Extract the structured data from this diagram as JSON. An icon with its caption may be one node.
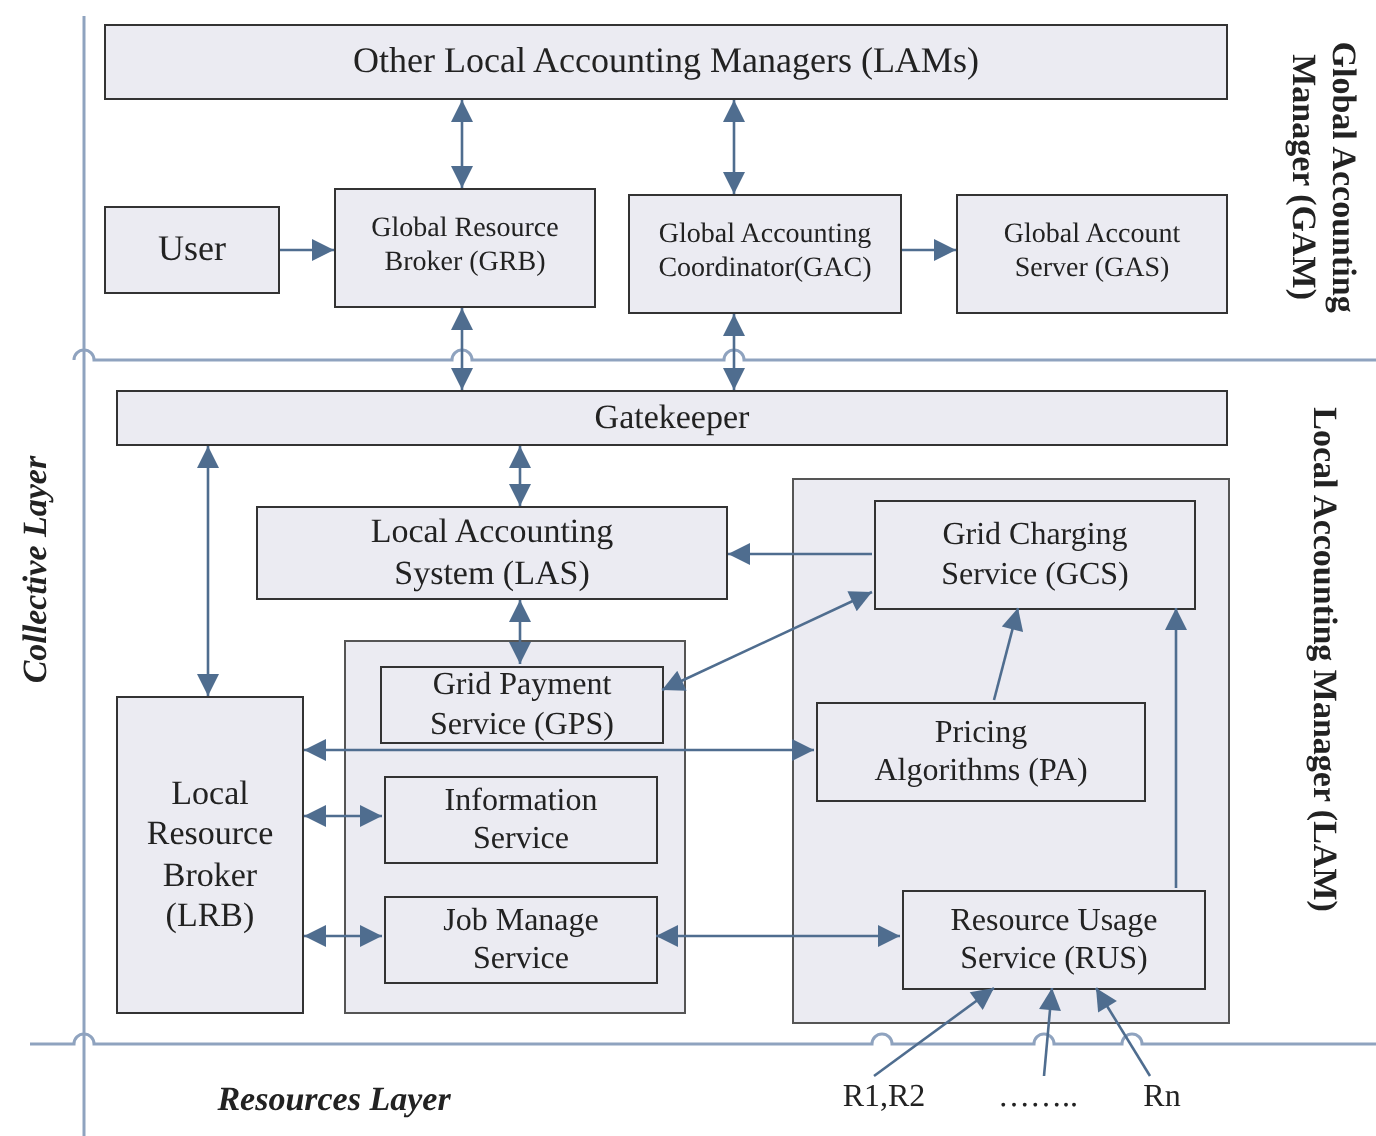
{
  "diagram": {
    "nodes": [
      {
        "text": [
          "Other Local Accounting Managers (LAMs)"
        ]
      },
      {
        "text": [
          "User"
        ]
      },
      {
        "text": [
          "Global Resource Broker (GRB)"
        ]
      },
      {
        "text": [
          "Global Accounting Coordinator(GAC)"
        ]
      },
      {
        "text": [
          "Global Account Server (GAS)"
        ]
      },
      {
        "text": [
          "Gatekeeper"
        ]
      },
      {
        "text": [
          "Local Accounting System (LAS)"
        ]
      },
      {
        "text": [],
        "shape": "box"
      },
      {
        "text": [
          "Grid Payment Service (GPS)"
        ],
        "in": 7
      },
      {
        "text": [
          "Information Service"
        ],
        "in": 7
      },
      {
        "text": [
          "Job Manage Service"
        ],
        "in": 7
      },
      {
        "text": [],
        "shape": "box"
      },
      {
        "text": [
          "Grid Charging Service  (GCS)"
        ],
        "in": 11
      },
      {
        "text": [
          "Pricing Algorithms (PA)"
        ],
        "in": 11
      },
      {
        "text": [
          "Resource Usage Service   (RUS)"
        ],
        "in": 11
      },
      {
        "text": [
          "Local Resource Broker (LRB)"
        ]
      },
      {
        "text": [
          "R1,R2"
        ]
      },
      {
        "text": [
          "…….."
        ]
      },
      {
        "text": [
          "Rn"
        ]
      }
    ],
    "edges": [
      {
        "from": 0,
        "to": 2,
        "arrow": "both"
      },
      {
        "from": 0,
        "to": 3,
        "arrow": "both"
      },
      {
        "from": 1,
        "to": 2,
        "arrow": "to"
      },
      {
        "from": 3,
        "to": 4,
        "arrow": "to"
      },
      {
        "from": 2,
        "to": 5,
        "arrow": "both"
      },
      {
        "from": 3,
        "to": 5,
        "arrow": "both"
      },
      {
        "from": 5,
        "to": 15,
        "arrow": "both"
      },
      {
        "from": 5,
        "to": 6,
        "arrow": "both"
      },
      {
        "from": 6,
        "to": 8,
        "arrow": "both"
      },
      {
        "from": 12,
        "to": 6,
        "arrow": "to"
      },
      {
        "from": 8,
        "to": 12,
        "arrow": "both"
      },
      {
        "from": 15,
        "to": 13,
        "arrow": "both"
      },
      {
        "from": 15,
        "to": 9,
        "arrow": "both"
      },
      {
        "from": 15,
        "to": 10,
        "arrow": "both"
      },
      {
        "from": 10,
        "to": 14,
        "arrow": "both"
      },
      {
        "from": 13,
        "to": 12,
        "arrow": "to"
      },
      {
        "from": 14,
        "to": 12,
        "arrow": "to"
      },
      {
        "from": 16,
        "to": 14,
        "arrow": "to"
      },
      {
        "from": 17,
        "to": 14,
        "arrow": "to"
      },
      {
        "from": 18,
        "to": 14,
        "arrow": "to"
      }
    ],
    "labels": [
      "Global Accounting Manager (GAM)",
      "Local Accounting Manager (LAM)",
      "Collective Layer",
      "Resources Layer"
    ]
  }
}
